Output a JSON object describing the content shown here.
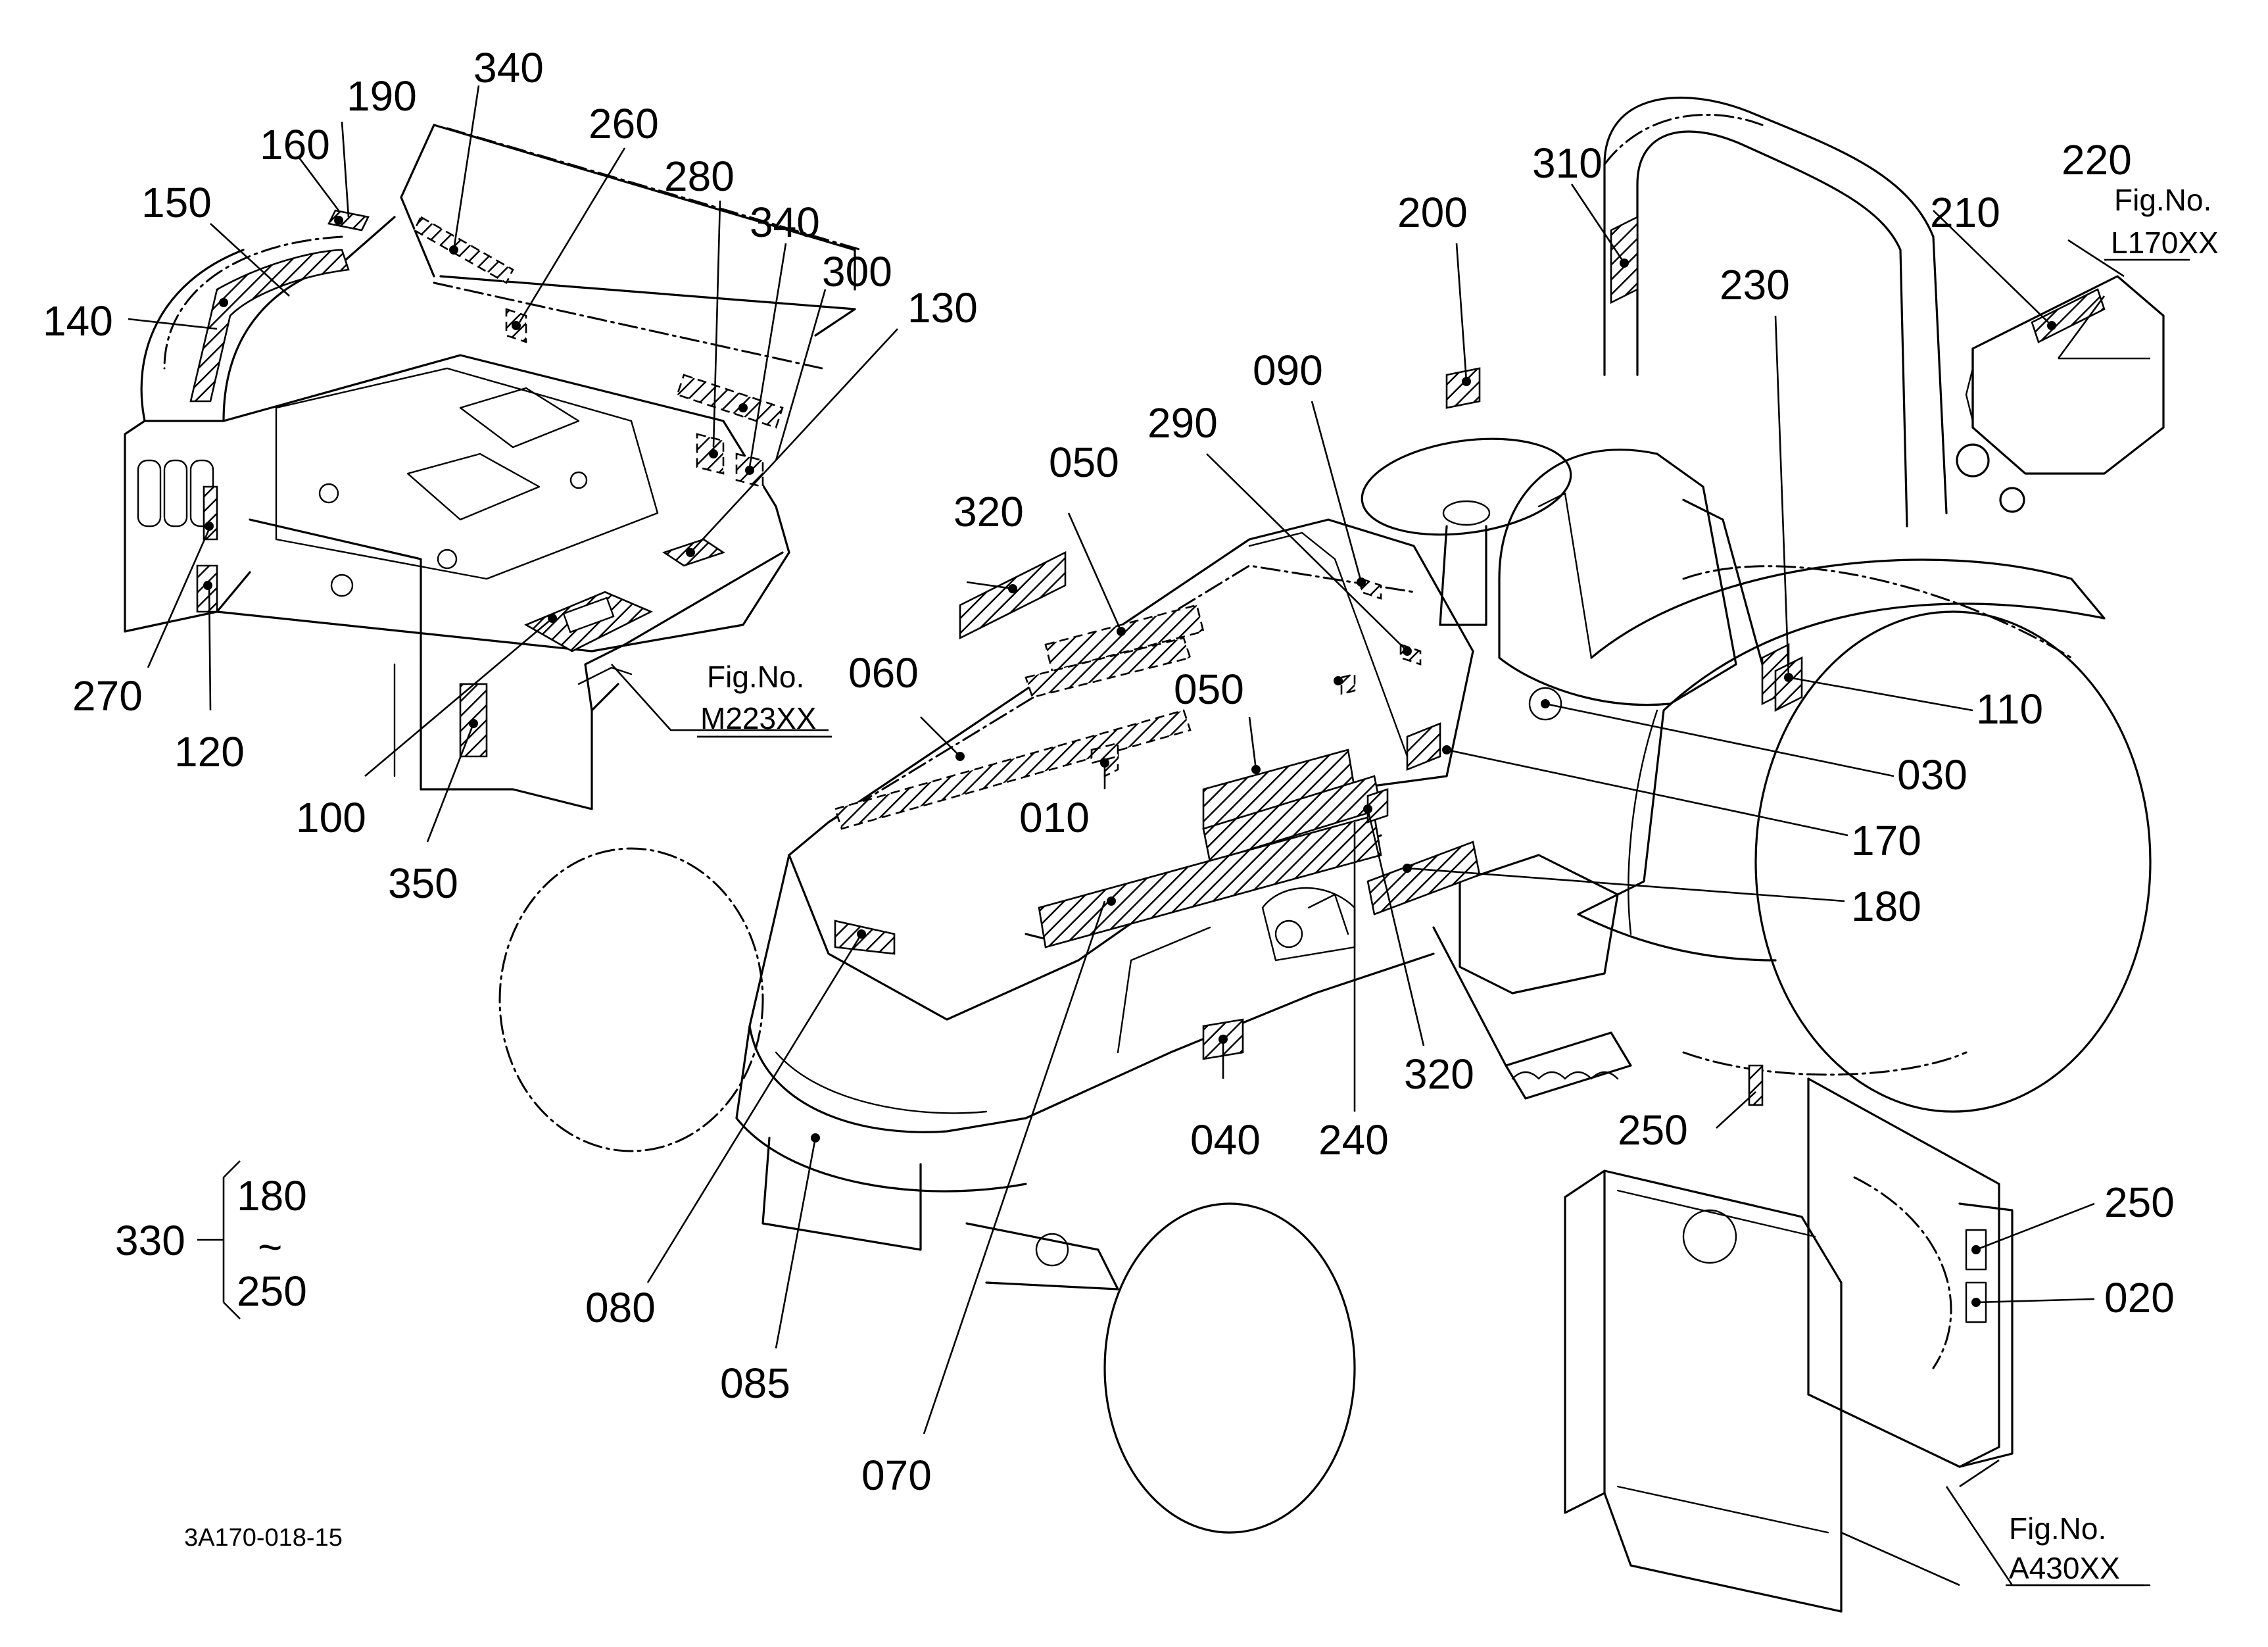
{
  "callouts": {
    "c340a": "340",
    "c190": "190",
    "c160": "160",
    "c260": "260",
    "c150": "150",
    "c280": "280",
    "c340b": "340",
    "c300": "300",
    "c130": "130",
    "c140": "140",
    "c270": "270",
    "c120": "120",
    "c100": "100",
    "c350": "350",
    "c310": "310",
    "c200": "200",
    "c220": "220",
    "c210": "210",
    "c230": "230",
    "c090": "090",
    "c290": "290",
    "c050a": "050",
    "c320a": "320",
    "c060": "060",
    "c050b": "050",
    "c010": "010",
    "c110": "110",
    "c030": "030",
    "c170": "170",
    "c180": "180",
    "c320b": "320",
    "c240": "240",
    "c040": "040",
    "c250a": "250",
    "c250b": "250",
    "c020": "020",
    "c080": "080",
    "c085": "085",
    "c070": "070"
  },
  "group": {
    "parent": "330",
    "from": "180",
    "tilde": "~",
    "to": "250"
  },
  "figure_refs": {
    "m223": {
      "label": "Fig.No.",
      "code": "M223XX"
    },
    "l170": {
      "label": "Fig.No.",
      "code": "L170XX"
    },
    "a430": {
      "label": "Fig.No.",
      "code": "A430XX"
    }
  },
  "drawing_code": "3A170-018-15"
}
